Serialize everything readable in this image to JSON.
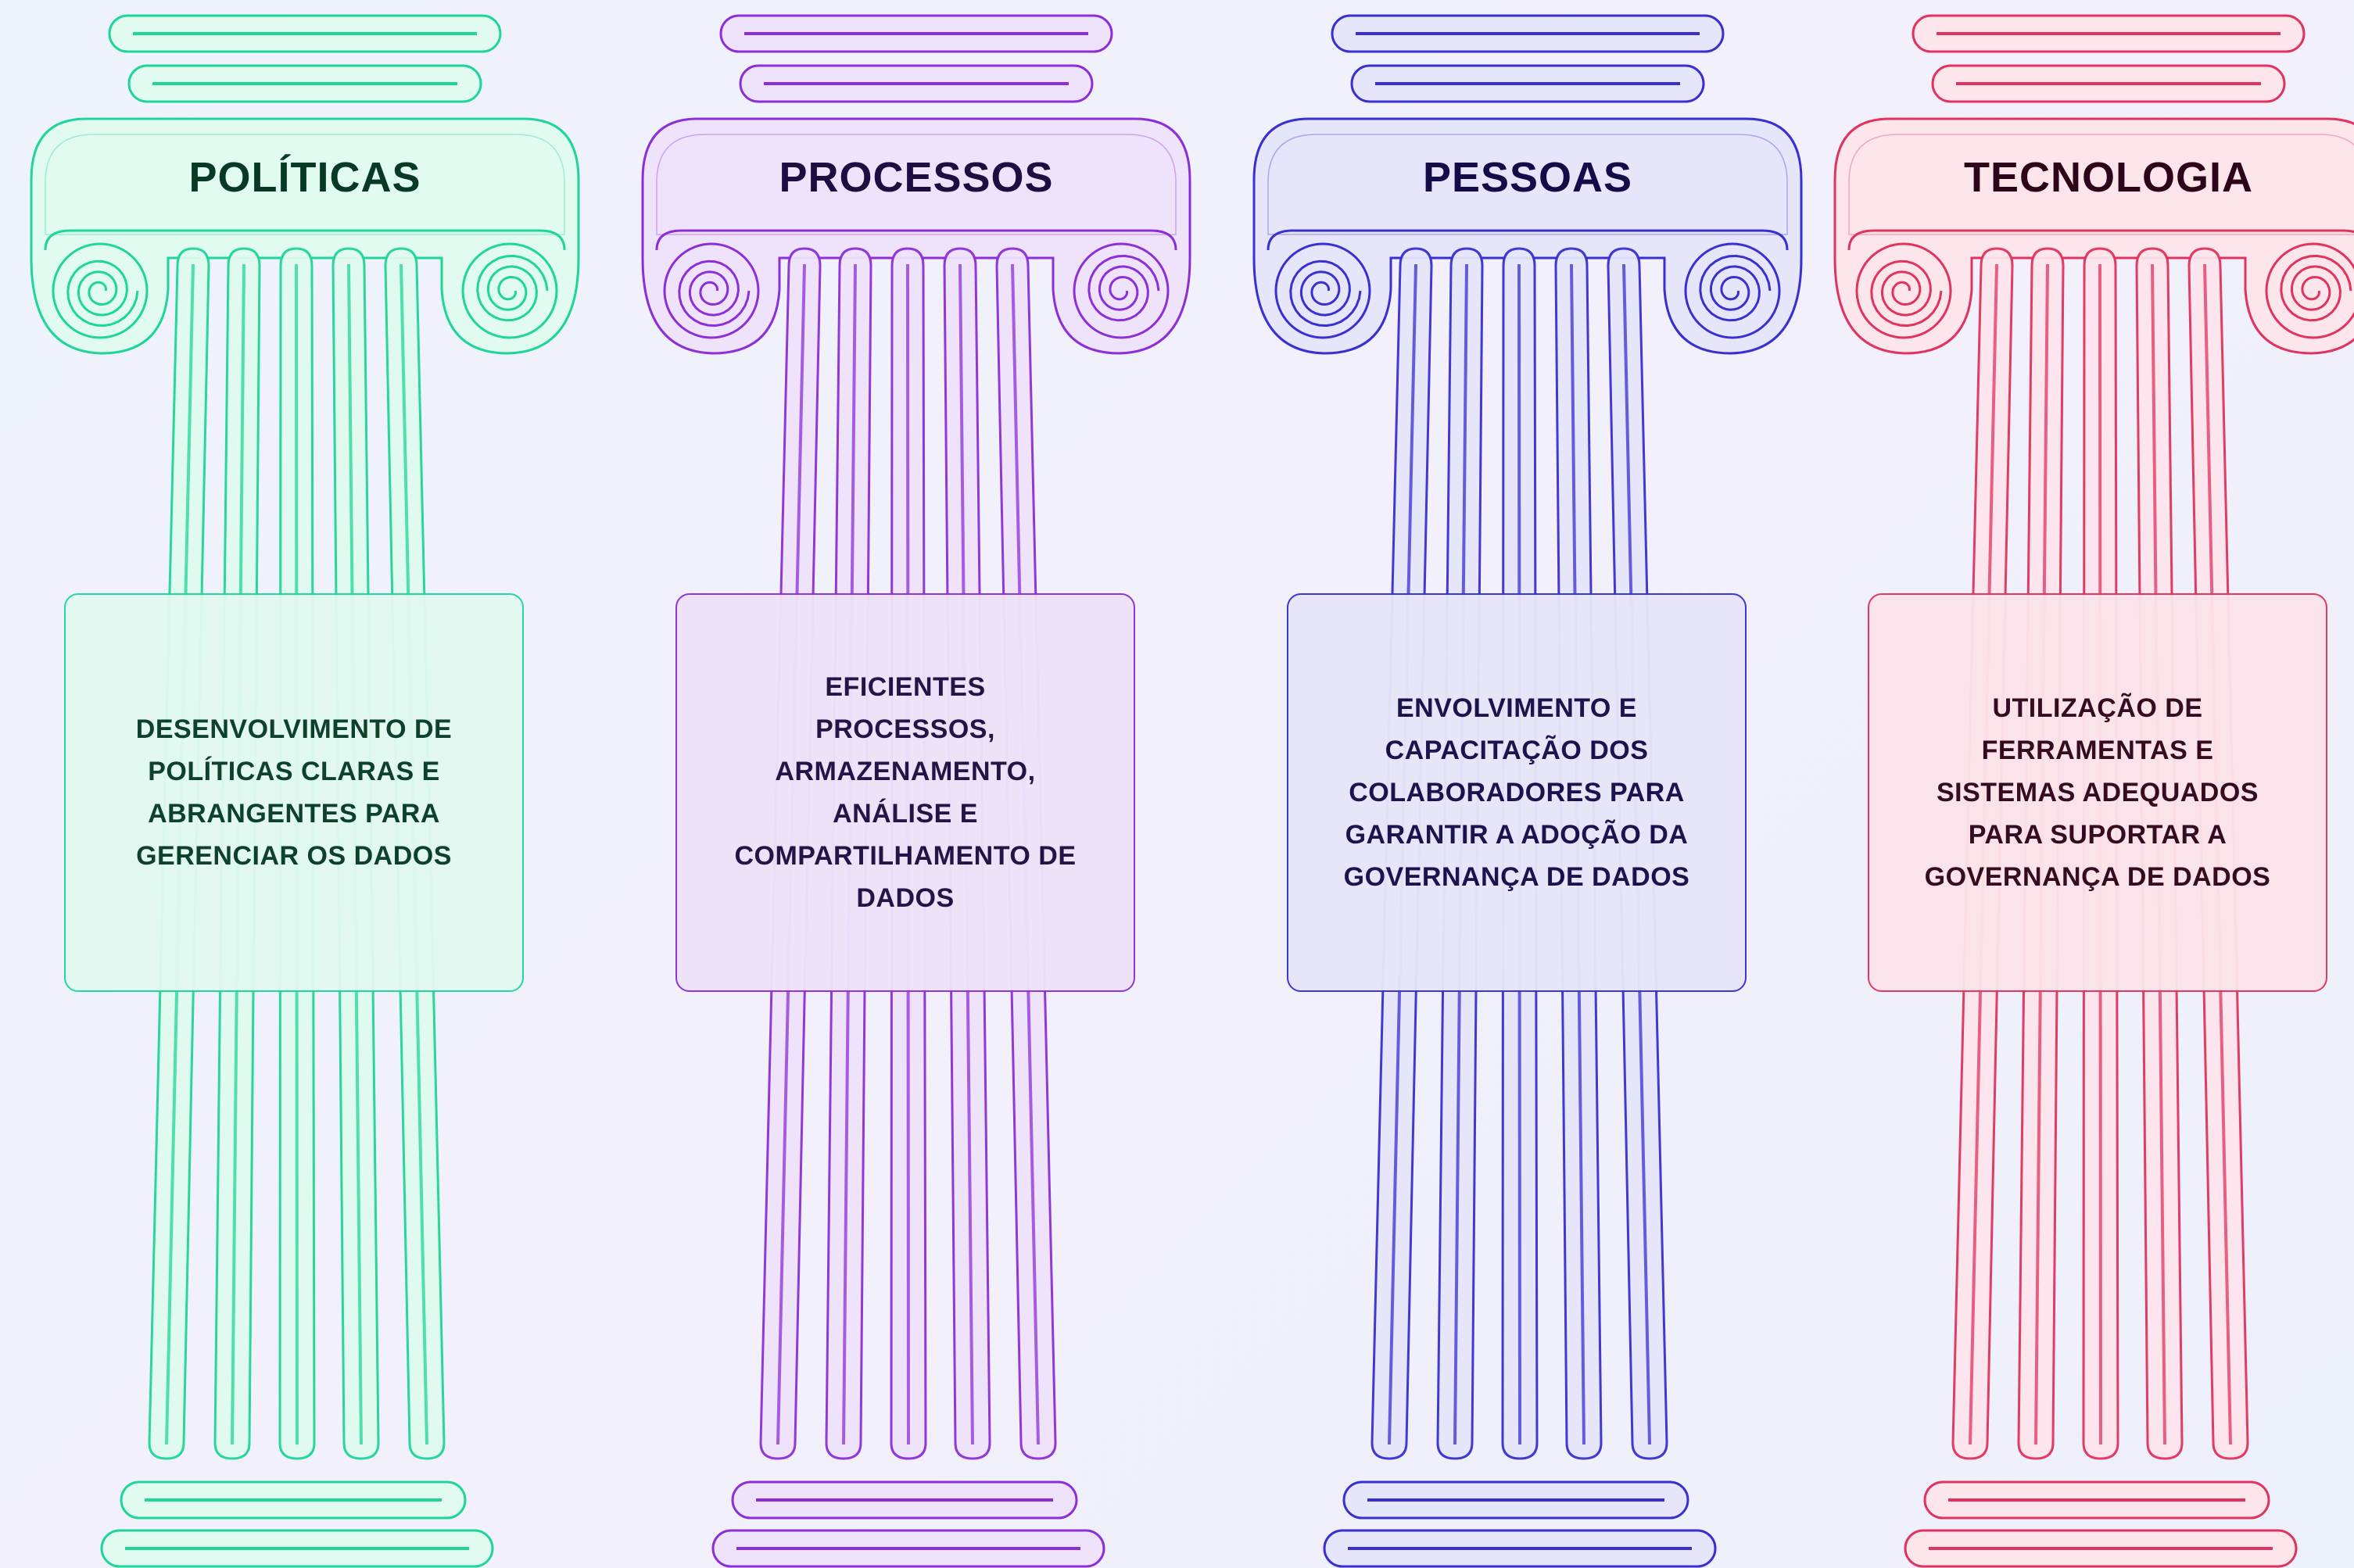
{
  "pillars": [
    {
      "title": "POLÍTICAS",
      "text": "DESENVOLVIMENTO DE POLÍTICAS CLARAS E ABRANGENTES PARA GERENCIAR OS DADOS",
      "colors": {
        "stroke": "#1fd698",
        "dark": "#0e7c58",
        "fill": "#e1fbf0",
        "card": "#e2f9f1",
        "text": "#063a25"
      }
    },
    {
      "title": "PROCESSOS",
      "text": "EFICIENTES PROCESSOS, ARMAZENAMENTO, ANÁLISE E COMPARTILHAMENTO DE DADOS",
      "colors": {
        "stroke": "#8c2fd8",
        "dark": "#6a1fa8",
        "fill": "#efe3fb",
        "card": "#eee2f8",
        "text": "#1d0d40"
      }
    },
    {
      "title": "PESSOAS",
      "text": "ENVOLVIMENTO E CAPACITAÇÃO DOS COLABORADORES PARA GARANTIR A ADOÇÃO DA GOVERNANÇA DE DADOS",
      "colors": {
        "stroke": "#3a2fd0",
        "dark": "#2a22a0",
        "fill": "#e6e6fb",
        "card": "#e6e6f8",
        "text": "#140c48"
      }
    },
    {
      "title": "TECNOLOGIA",
      "text": "UTILIZAÇÃO DE FERRAMENTAS E SISTEMAS ADEQUADOS PARA SUPORTAR A GOVERNANÇA DE DADOS",
      "colors": {
        "stroke": "#e0335f",
        "dark": "#b01e46",
        "fill": "#fde5ec",
        "card": "#fbe3ea",
        "text": "#2e0418"
      }
    }
  ]
}
